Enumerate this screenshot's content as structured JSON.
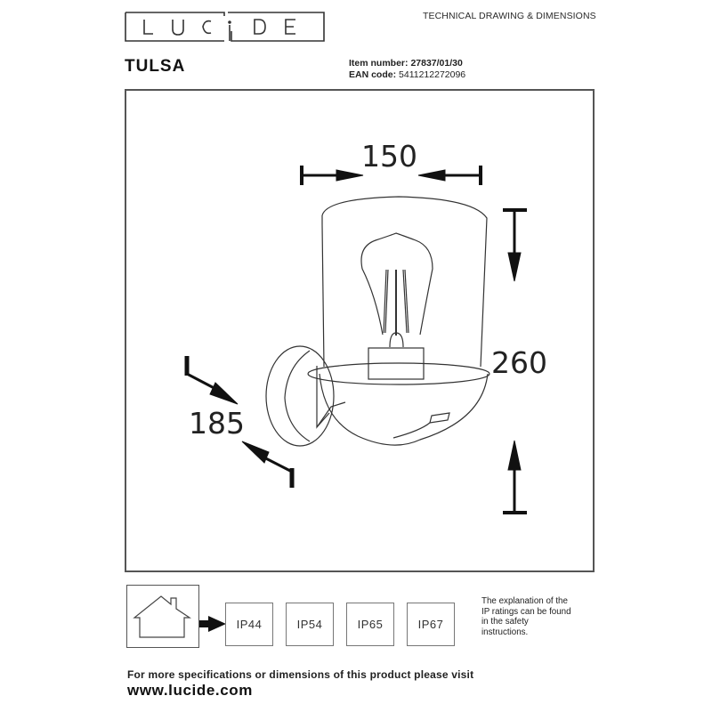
{
  "header": {
    "logo_text": "LUCIDE",
    "title": "TECHNICAL DRAWING & DIMENSIONS"
  },
  "product": {
    "name": "TULSA",
    "item_number_label": "Item number:",
    "item_number": "27837/01/30",
    "ean_label": "EAN code:",
    "ean": "5411212272096"
  },
  "drawing": {
    "subject": "wall-lamp-with-filament-bulb",
    "dimensions": {
      "width": "150",
      "height": "260",
      "depth": "185"
    },
    "colors": {
      "line": "#333333",
      "frame": "#555555",
      "arrow": "#111111"
    }
  },
  "ip_ratings": {
    "icon": "house-icon",
    "items": [
      {
        "label": "IP44",
        "active": true
      },
      {
        "label": "IP54",
        "active": false
      },
      {
        "label": "IP65",
        "active": false
      },
      {
        "label": "IP67",
        "active": false
      }
    ],
    "note_lines": [
      "The explanation of the",
      "IP ratings can be found",
      "in the safety",
      "instructions."
    ]
  },
  "footer": {
    "text": "For more specifications or dimensions of this product please visit",
    "url": "www.lucide.com"
  }
}
